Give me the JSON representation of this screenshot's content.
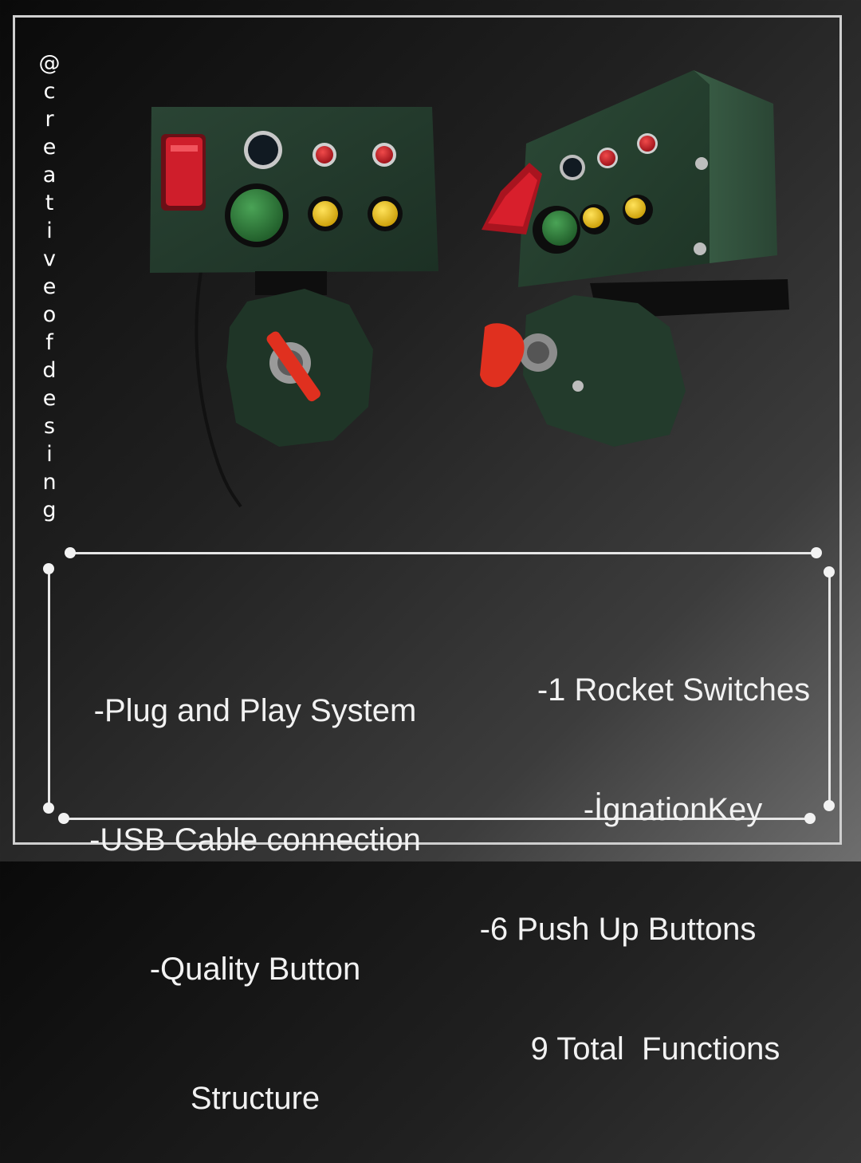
{
  "brand": {
    "handle_chars": [
      "@",
      "c",
      "r",
      "e",
      "a",
      "t",
      "i",
      "v",
      "e",
      "o",
      "f",
      "d",
      "e",
      "s",
      "i",
      "n",
      "g"
    ]
  },
  "features_left": [
    "-Plug and Play System",
    "-USB Cable connection",
    "-Quality Button",
    "Structure"
  ],
  "features_right": [
    "-1 Rocket Switches",
    "-İgnationKey",
    "-6 Push Up Buttons",
    "9 Total  Functions"
  ],
  "colors": {
    "panel_green": "#2d4a36",
    "button_green": "#2f7d3a",
    "button_yellow": "#e8c21a",
    "button_red": "#c51b25",
    "switch_red": "#e0212f",
    "frame": "#cfcfcf"
  }
}
